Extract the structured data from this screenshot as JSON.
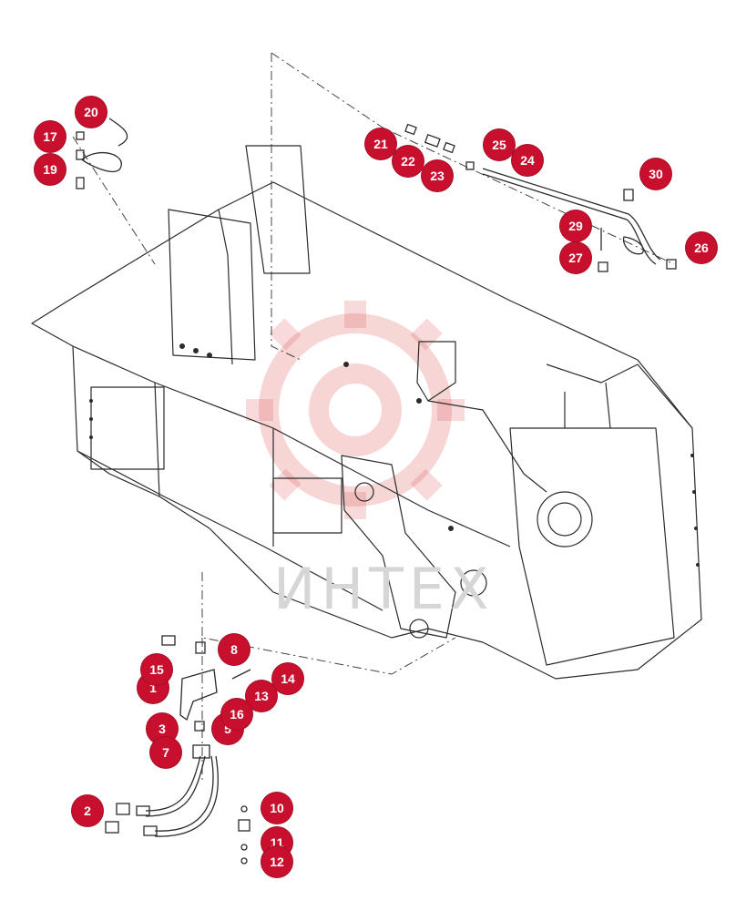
{
  "watermark": {
    "text": "ИНТЕХ",
    "color": "#e8a4a4"
  },
  "colors": {
    "callout_fill": "#c8102e",
    "line": "#2b2b2b",
    "background": "#ffffff"
  },
  "callouts": [
    {
      "n": "1"
    },
    {
      "n": "2"
    },
    {
      "n": "3"
    },
    {
      "n": "5"
    },
    {
      "n": "7"
    },
    {
      "n": "8"
    },
    {
      "n": "10"
    },
    {
      "n": "11"
    },
    {
      "n": "12"
    },
    {
      "n": "13"
    },
    {
      "n": "14"
    },
    {
      "n": "15"
    },
    {
      "n": "16"
    },
    {
      "n": "17"
    },
    {
      "n": "19"
    },
    {
      "n": "20"
    },
    {
      "n": "21"
    },
    {
      "n": "22"
    },
    {
      "n": "23"
    },
    {
      "n": "24"
    },
    {
      "n": "25"
    },
    {
      "n": "26"
    },
    {
      "n": "27"
    },
    {
      "n": "29"
    },
    {
      "n": "30"
    }
  ]
}
